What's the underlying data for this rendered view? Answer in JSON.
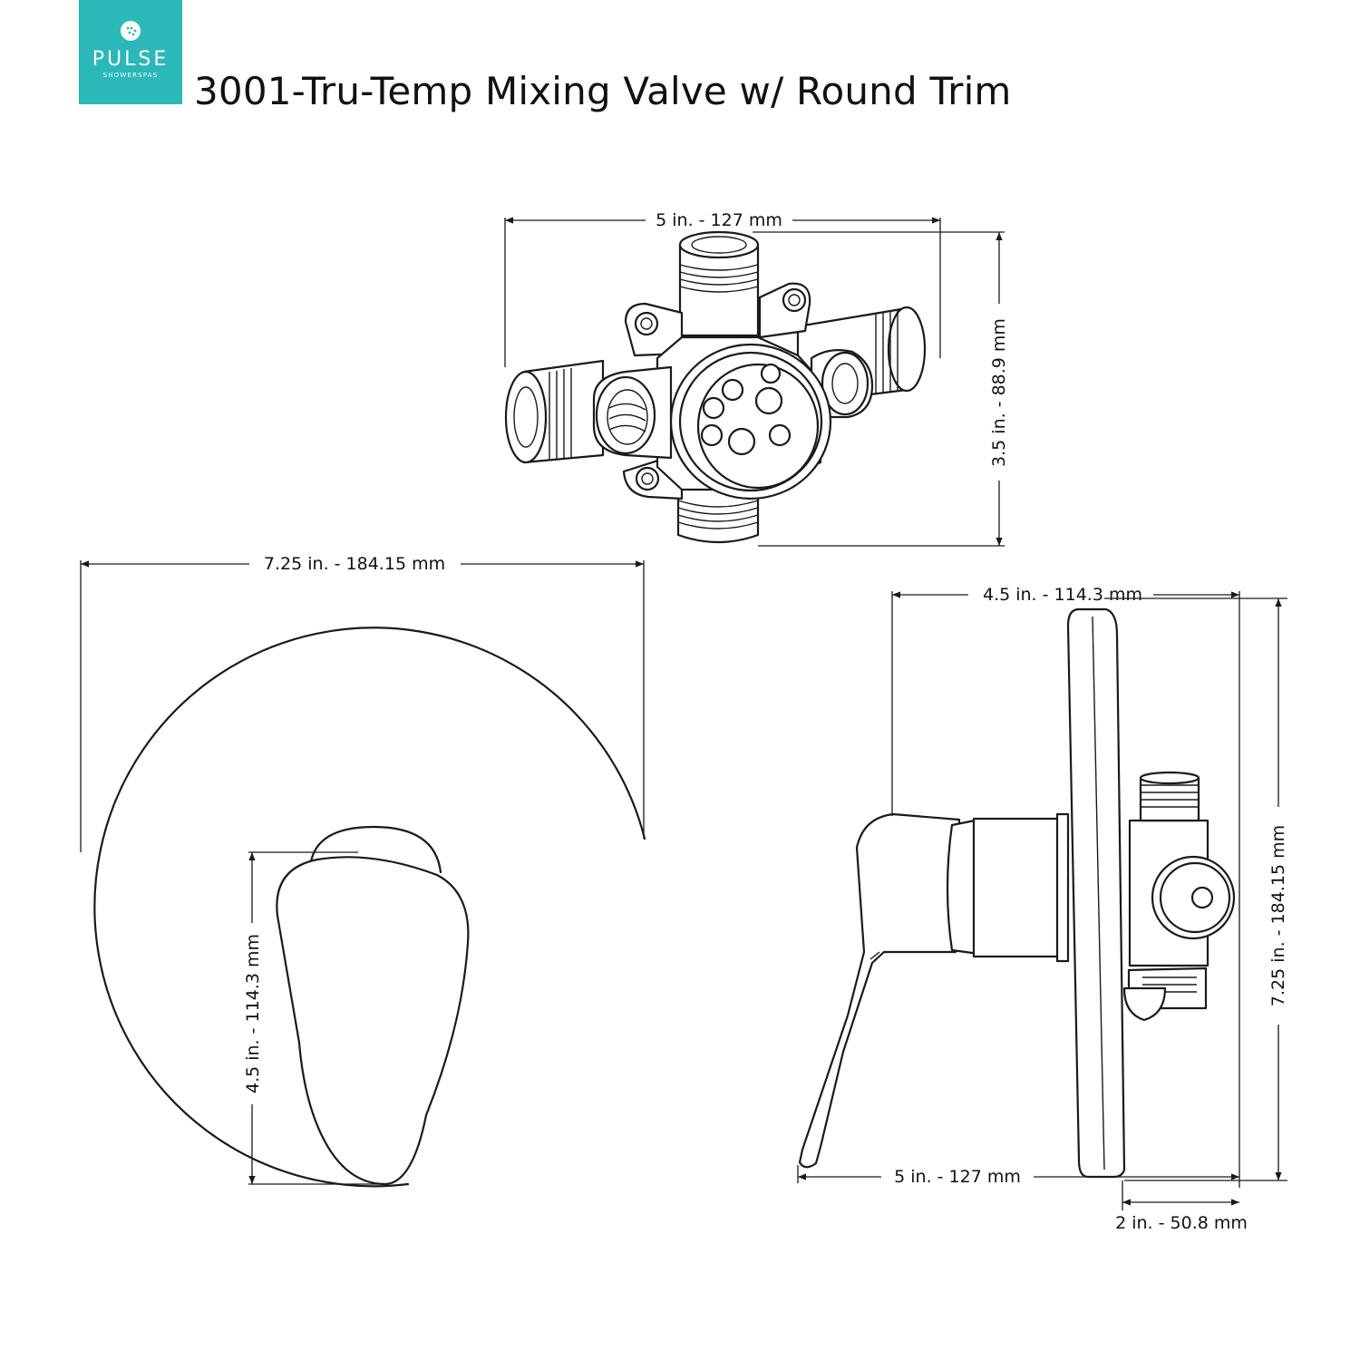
{
  "brand": {
    "name": "PULSE",
    "tagline": "SHOWERSPAS",
    "color": "#2bb8b8"
  },
  "title": "3001-Tru-Temp Mixing Valve w/ Round Trim",
  "dimensions": {
    "valve_width": "5 in. - 127 mm",
    "valve_height": "3.5 in. - 88.9 mm",
    "trim_diameter": "7.25 in. - 184.15 mm",
    "handle_height": "4.5 in. - 114.3 mm",
    "side_top_depth": "4.5 in. - 114.3 mm",
    "side_height": "7.25 in. - 184.15 mm",
    "side_bottom_depth": "5 in. - 127 mm",
    "side_back_depth": "2 in. - 50.8 mm"
  }
}
